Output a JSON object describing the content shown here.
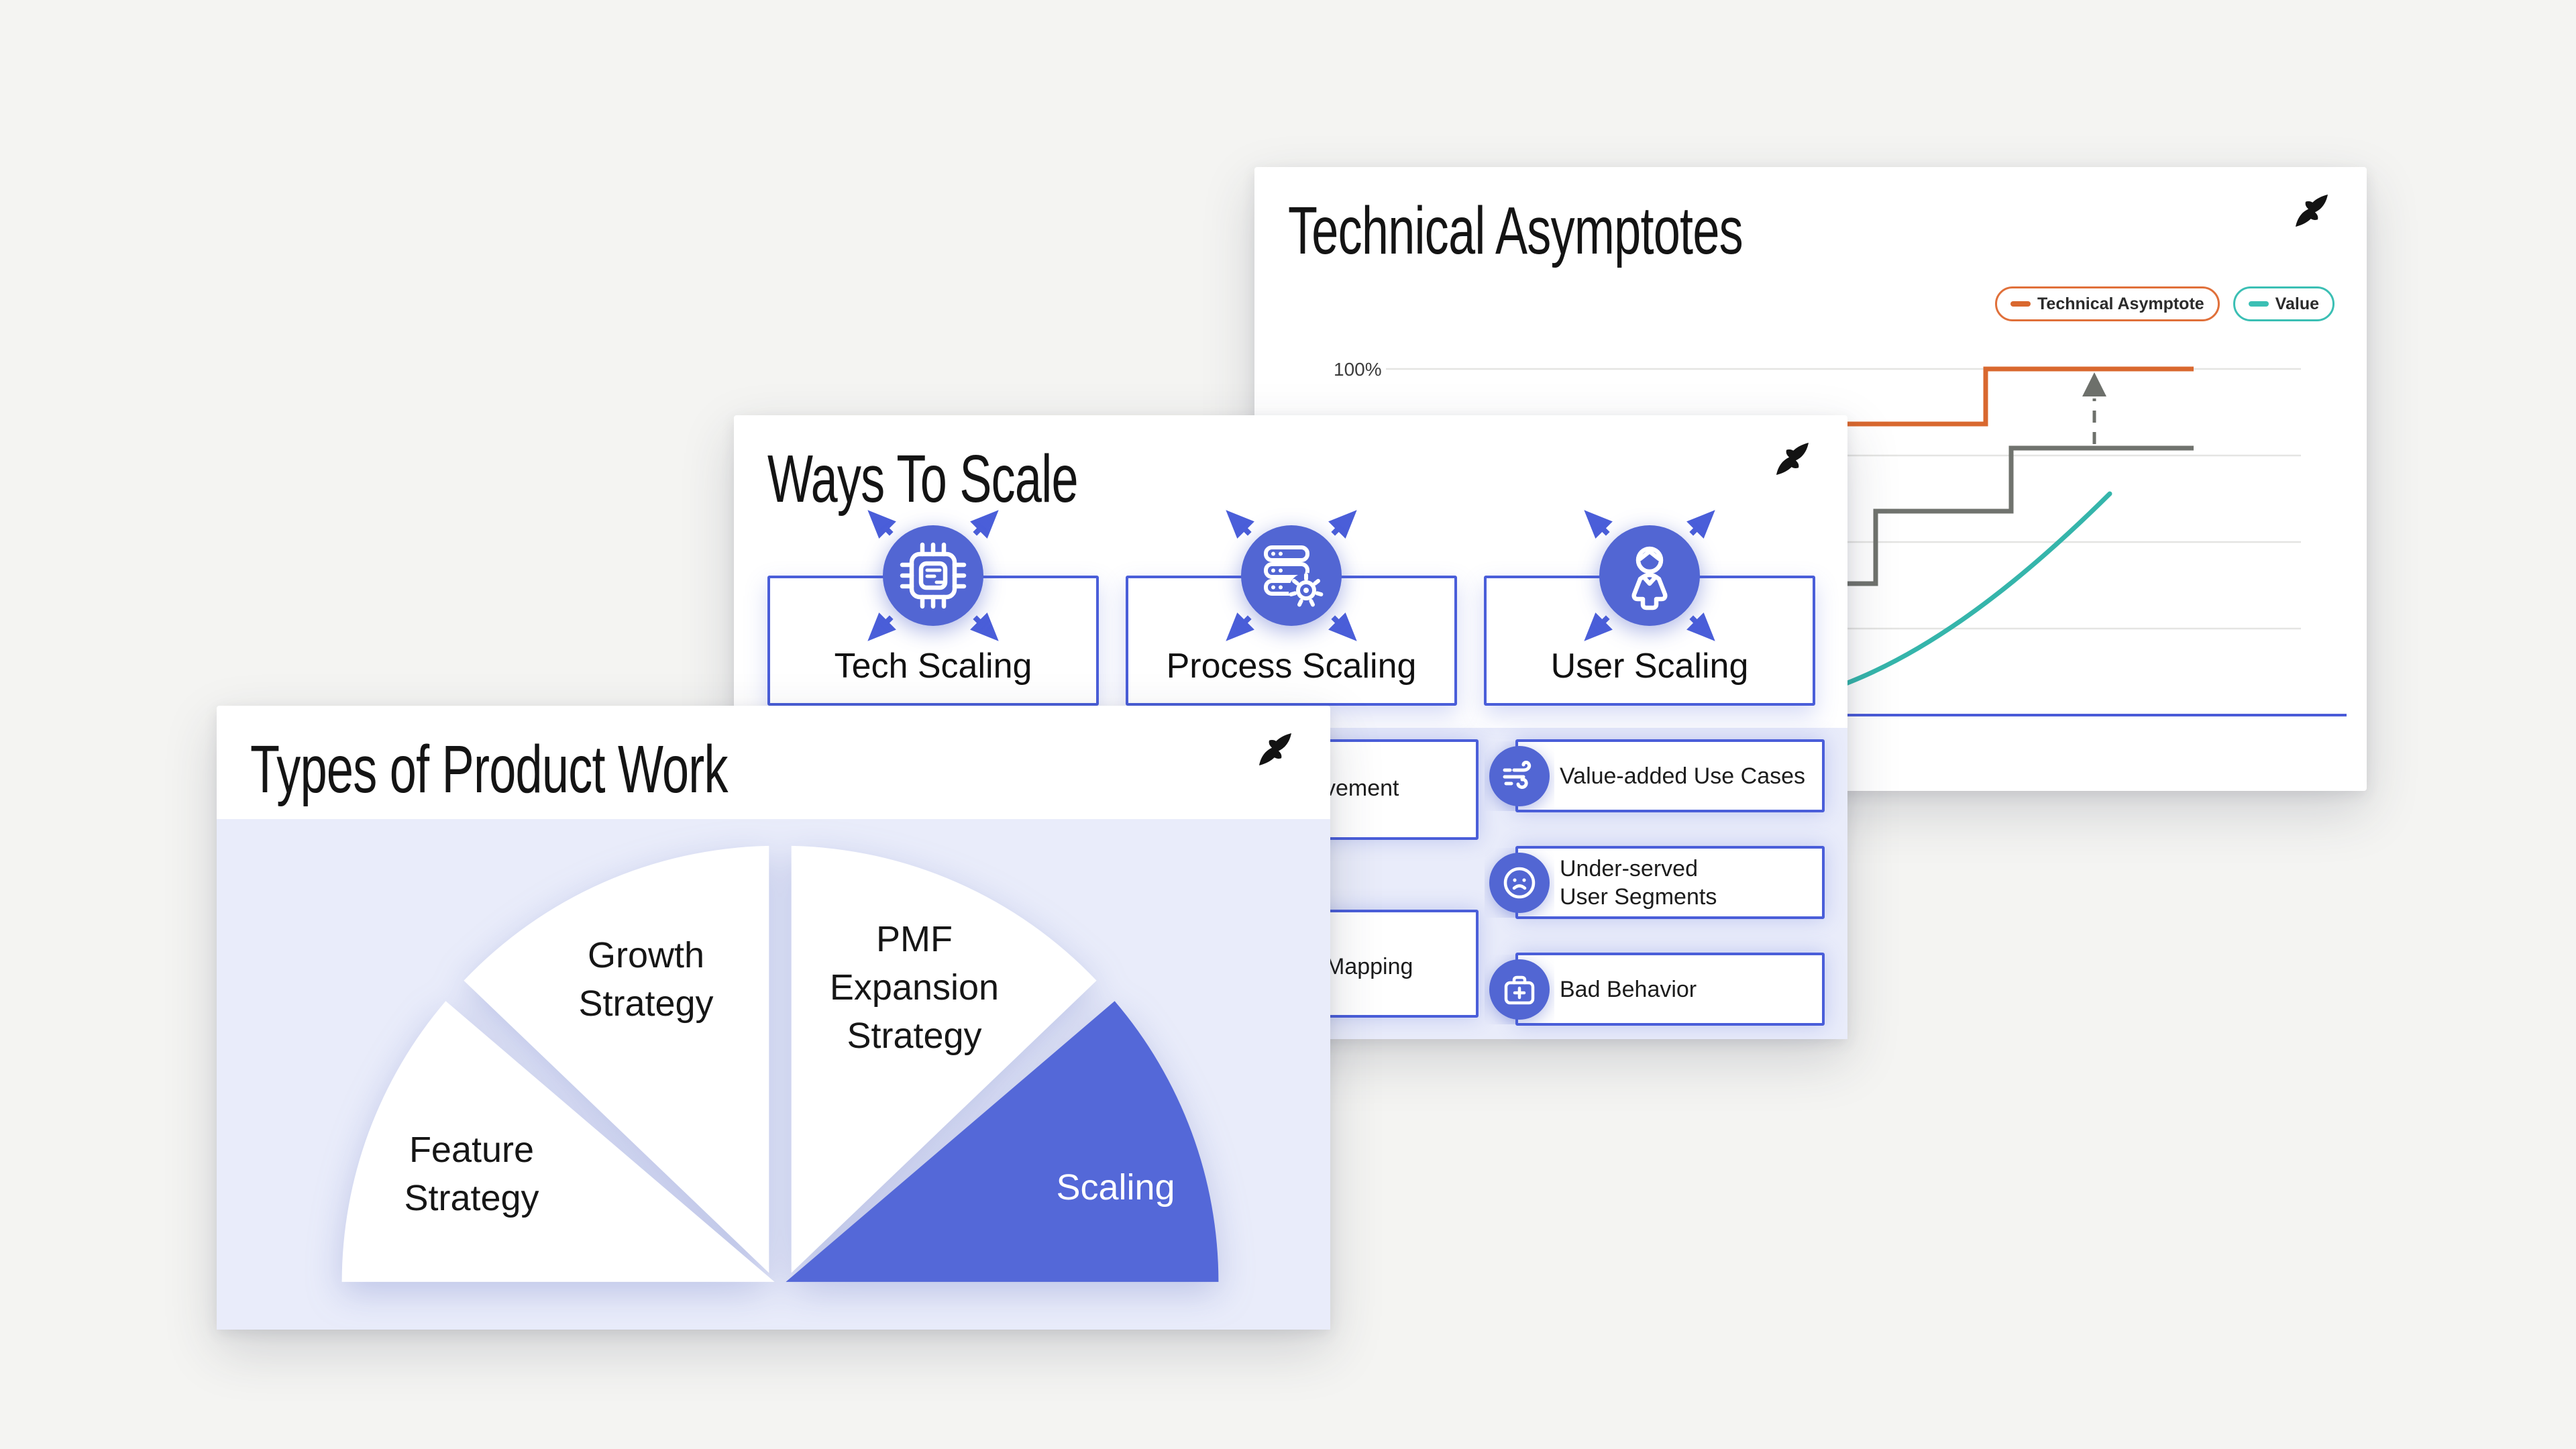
{
  "page": {
    "background_color": "#f4f4f2"
  },
  "brand": {
    "logo_icon": "reforge-logo",
    "logo_color": "#131313"
  },
  "cards": {
    "technical_asymptotes": {
      "title": "Technical Asymptotes",
      "y_axis_top_tick": "100%",
      "legend": [
        {
          "label": "Technical Asymptote",
          "color": "#DD6B33"
        },
        {
          "label": "Value",
          "color": "#3BBFB4"
        }
      ],
      "chart_data": {
        "type": "line",
        "title": "Technical Asymptotes",
        "xlabel": "",
        "ylabel": "",
        "ylim": [
          0,
          100
        ],
        "y_tick_labels": [
          "100%"
        ],
        "grid": true,
        "gridlines_pct": [
          100,
          75,
          50,
          25
        ],
        "baseline_axis_color": "#4A5BD8",
        "legend_position": "top-right",
        "series": [
          {
            "name": "Technical Asymptote",
            "color": "#D9682F",
            "style": "step",
            "points_x_pct_y_pct": [
              [
                10,
                84
              ],
              [
                62,
                84
              ],
              [
                62,
                100
              ],
              [
                84,
                100
              ]
            ]
          },
          {
            "name": "unlabeled-capability-step",
            "color": "#70736E",
            "style": "step",
            "points_x_pct_y_pct": [
              [
                10,
                38
              ],
              [
                51,
                38
              ],
              [
                51,
                59
              ],
              [
                65,
                59
              ],
              [
                65,
                77
              ],
              [
                84,
                77
              ]
            ]
          },
          {
            "name": "Value",
            "color": "#35B5AB",
            "style": "exponential-curve",
            "points_x_pct_y_pct": [
              [
                35,
                3
              ],
              [
                55,
                13
              ],
              [
                67,
                33
              ],
              [
                75,
                64
              ]
            ]
          }
        ],
        "annotations": [
          {
            "type": "dashed-up-arrow",
            "x_pct": 73,
            "from_y_pct": 78,
            "to_y_pct": 97,
            "color": "#6D706B"
          }
        ]
      }
    },
    "ways_to_scale": {
      "title": "Ways To Scale",
      "columns": [
        {
          "label": "Tech Scaling",
          "icon": "chip-icon"
        },
        {
          "label": "Process Scaling",
          "icon": "server-gear-icon"
        },
        {
          "label": "User Scaling",
          "icon": "person-icon"
        }
      ],
      "process_items_partially_hidden": [
        {
          "visible_text": "vement"
        },
        {
          "visible_text": "Mapping"
        }
      ],
      "user_items": [
        {
          "label": "Value-added Use Cases",
          "icon": "wind-icon"
        },
        {
          "label_lines": [
            "Under-served",
            "User Segments"
          ],
          "icon": "sad-face-icon"
        },
        {
          "label": "Bad Behavior",
          "icon": "first-aid-icon"
        }
      ],
      "accent_color": "#5266D3"
    },
    "types_of_product_work": {
      "title": "Types of Product Work",
      "chart_data": {
        "type": "pie",
        "shape": "half-fan",
        "slices": [
          {
            "label": "Feature Strategy",
            "label_lines": [
              "Feature",
              "Strategy"
            ],
            "highlighted": false,
            "color": "#FFFFFF"
          },
          {
            "label": "Growth Strategy",
            "label_lines": [
              "Growth",
              "Strategy"
            ],
            "highlighted": false,
            "color": "#FFFFFF"
          },
          {
            "label": "PMF Expansion Strategy",
            "label_lines": [
              "PMF",
              "Expansion",
              "Strategy"
            ],
            "highlighted": false,
            "color": "#FFFFFF"
          },
          {
            "label": "Scaling",
            "label_lines": [
              "Scaling"
            ],
            "highlighted": true,
            "color": "#5468D8"
          }
        ]
      }
    }
  },
  "colors": {
    "lavender_panel": "#E9ECFA",
    "primary_blue": "#4A5ED9",
    "circle_blue": "#5266D3",
    "orange": "#D9682F",
    "teal": "#35B5AB",
    "gray_line": "#70736E",
    "gridline": "#E4E4E2"
  }
}
